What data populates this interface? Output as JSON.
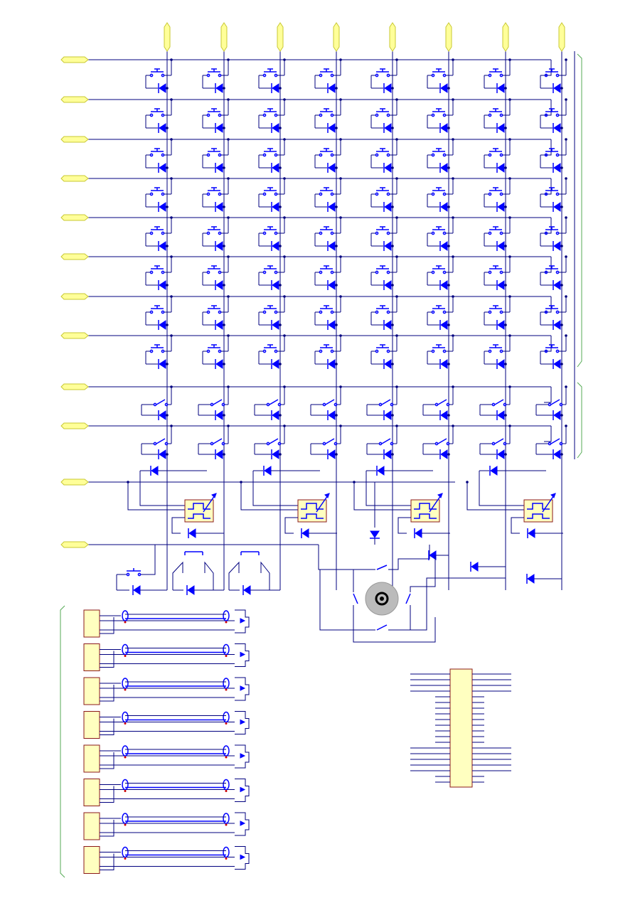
{
  "diagram": {
    "matrix": {
      "columns": 8,
      "pushbutton_rows": 8,
      "toggle_rows": 2
    },
    "pot_units": 4,
    "encoder_block": {
      "present": true
    },
    "ribbon_channels": 8,
    "connector_pins_per_side": 20
  },
  "colors": {
    "wire": "#00007f",
    "component": "#0000ff",
    "port": "#ffff99",
    "box_fill": "#ffffc0",
    "box_border": "#8b1a1a",
    "bracket": "#55aa55"
  }
}
